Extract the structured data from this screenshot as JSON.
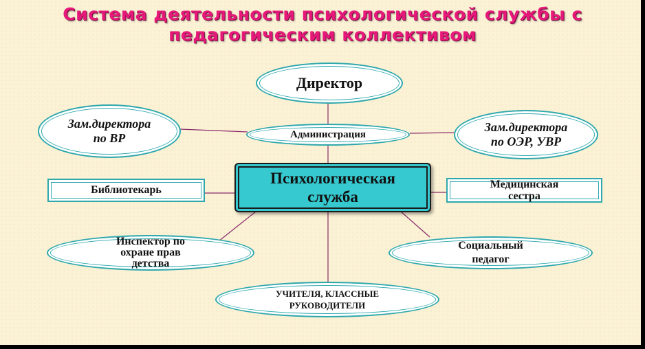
{
  "title": {
    "line1": "Система деятельности психологической службы с",
    "line2": "педагогическим коллективом"
  },
  "nodes": {
    "director": "Директор",
    "administration": "Администрация",
    "deputy_vr": [
      "Зам.директора",
      "по ВР"
    ],
    "deputy_oer": [
      "Зам.директора",
      "по ОЭР, УВР"
    ],
    "psych_service": [
      "Психологическая",
      "служба"
    ],
    "librarian": "Библиотекарь",
    "nurse": [
      "Медицинская",
      "сестра"
    ],
    "inspector": [
      "Инспектор по",
      "охране прав",
      "детства"
    ],
    "social_teacher": [
      "Социальный",
      "педагог"
    ],
    "teachers": [
      "УЧИТЕЛЯ, КЛАССНЫЕ",
      "РУКОВОДИТЕЛИ"
    ]
  },
  "colors": {
    "title": "#e6197a",
    "accent_border": "#2fa8ad",
    "center_fill": "#36c9cf",
    "connector": "#8b2a6a"
  }
}
